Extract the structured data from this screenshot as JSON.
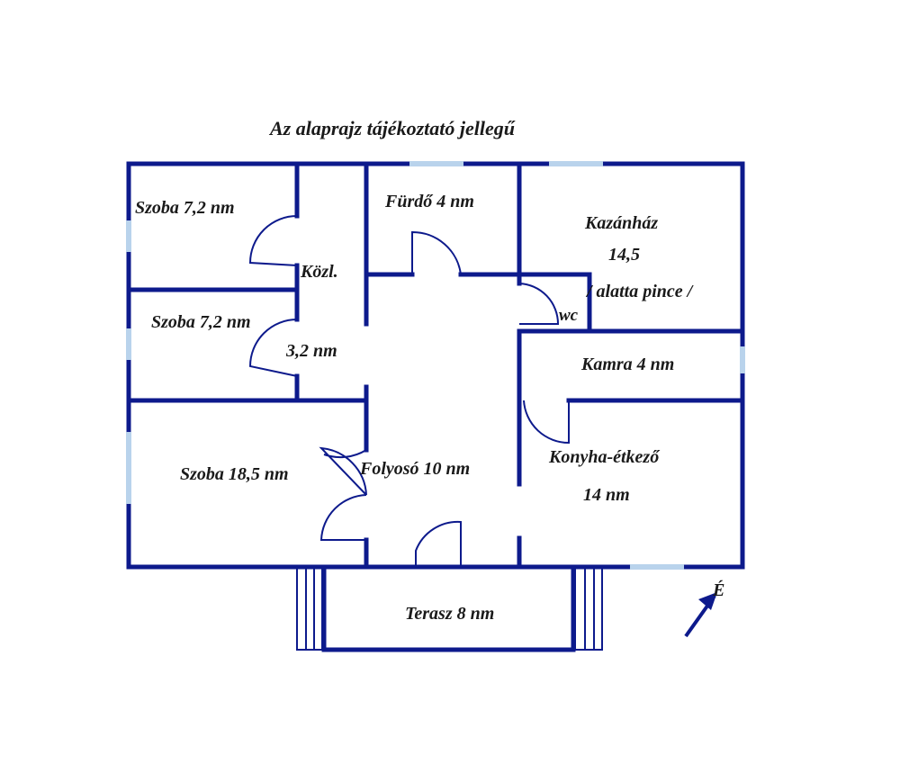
{
  "title": "Az alaprajz tájékoztató jellegű",
  "rooms": {
    "szoba1": "Szoba 7,2 nm",
    "szoba2": "Szoba 7,2 nm",
    "szoba3": "Szoba 18,5 nm",
    "kozl_line1": "Közl.",
    "kozl_line2": "3,2 nm",
    "furdo": "Fürdő 4 nm",
    "kazanhaz_line1": "Kazánház",
    "kazanhaz_line2": "14,5",
    "kazanhaz_line3": "/ alatta pince /",
    "wc": "wc",
    "kamra": "Kamra 4 nm",
    "konyha_line1": "Konyha-étkező",
    "konyha_line2": "14 nm",
    "folyoso": "Folyosó 10 nm",
    "terasz": "Terasz 8 nm"
  },
  "compass": {
    "label": "É",
    "icon": "north-arrow-icon"
  },
  "colors": {
    "wall": "#0d1a8c",
    "window": "#b9d3ec",
    "text": "#1a1a1a"
  }
}
